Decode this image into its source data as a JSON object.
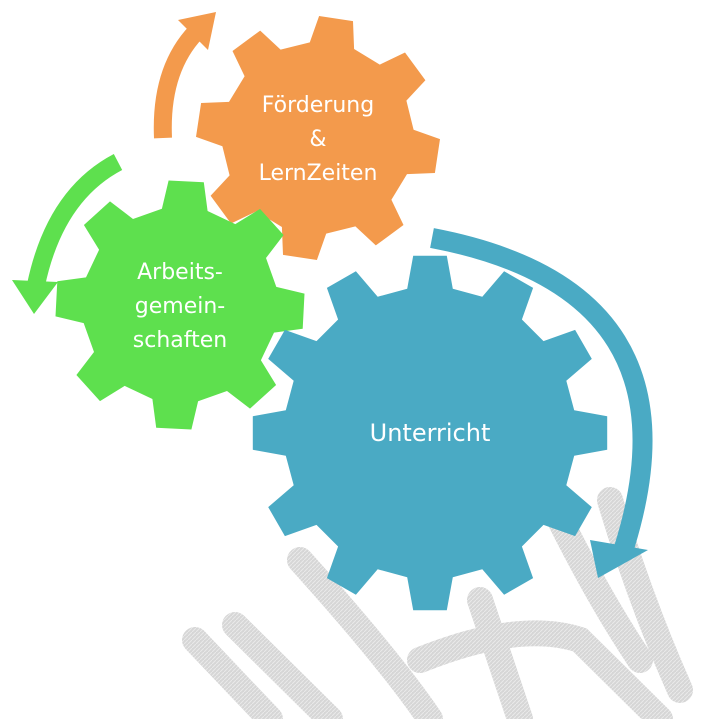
{
  "gears": [
    {
      "id": "foerderung",
      "lines": [
        "Förderung",
        "&",
        "LernZeiten"
      ],
      "color": "#f39a4c"
    },
    {
      "id": "arbeitsgemeinschaften",
      "lines": [
        "Arbeits-",
        "gemein-",
        "schaften"
      ],
      "color": "#5ee04e"
    },
    {
      "id": "unterricht",
      "lines": [
        "Unterricht"
      ],
      "color": "#4aaac4"
    }
  ],
  "arrows": [
    {
      "id": "orange-arrow",
      "color": "#f39a4c"
    },
    {
      "id": "green-arrow",
      "color": "#5ee04e"
    },
    {
      "id": "blue-arrow",
      "color": "#4aaac4"
    }
  ],
  "decoration": {
    "stripe_color": "#c9c9c9"
  }
}
